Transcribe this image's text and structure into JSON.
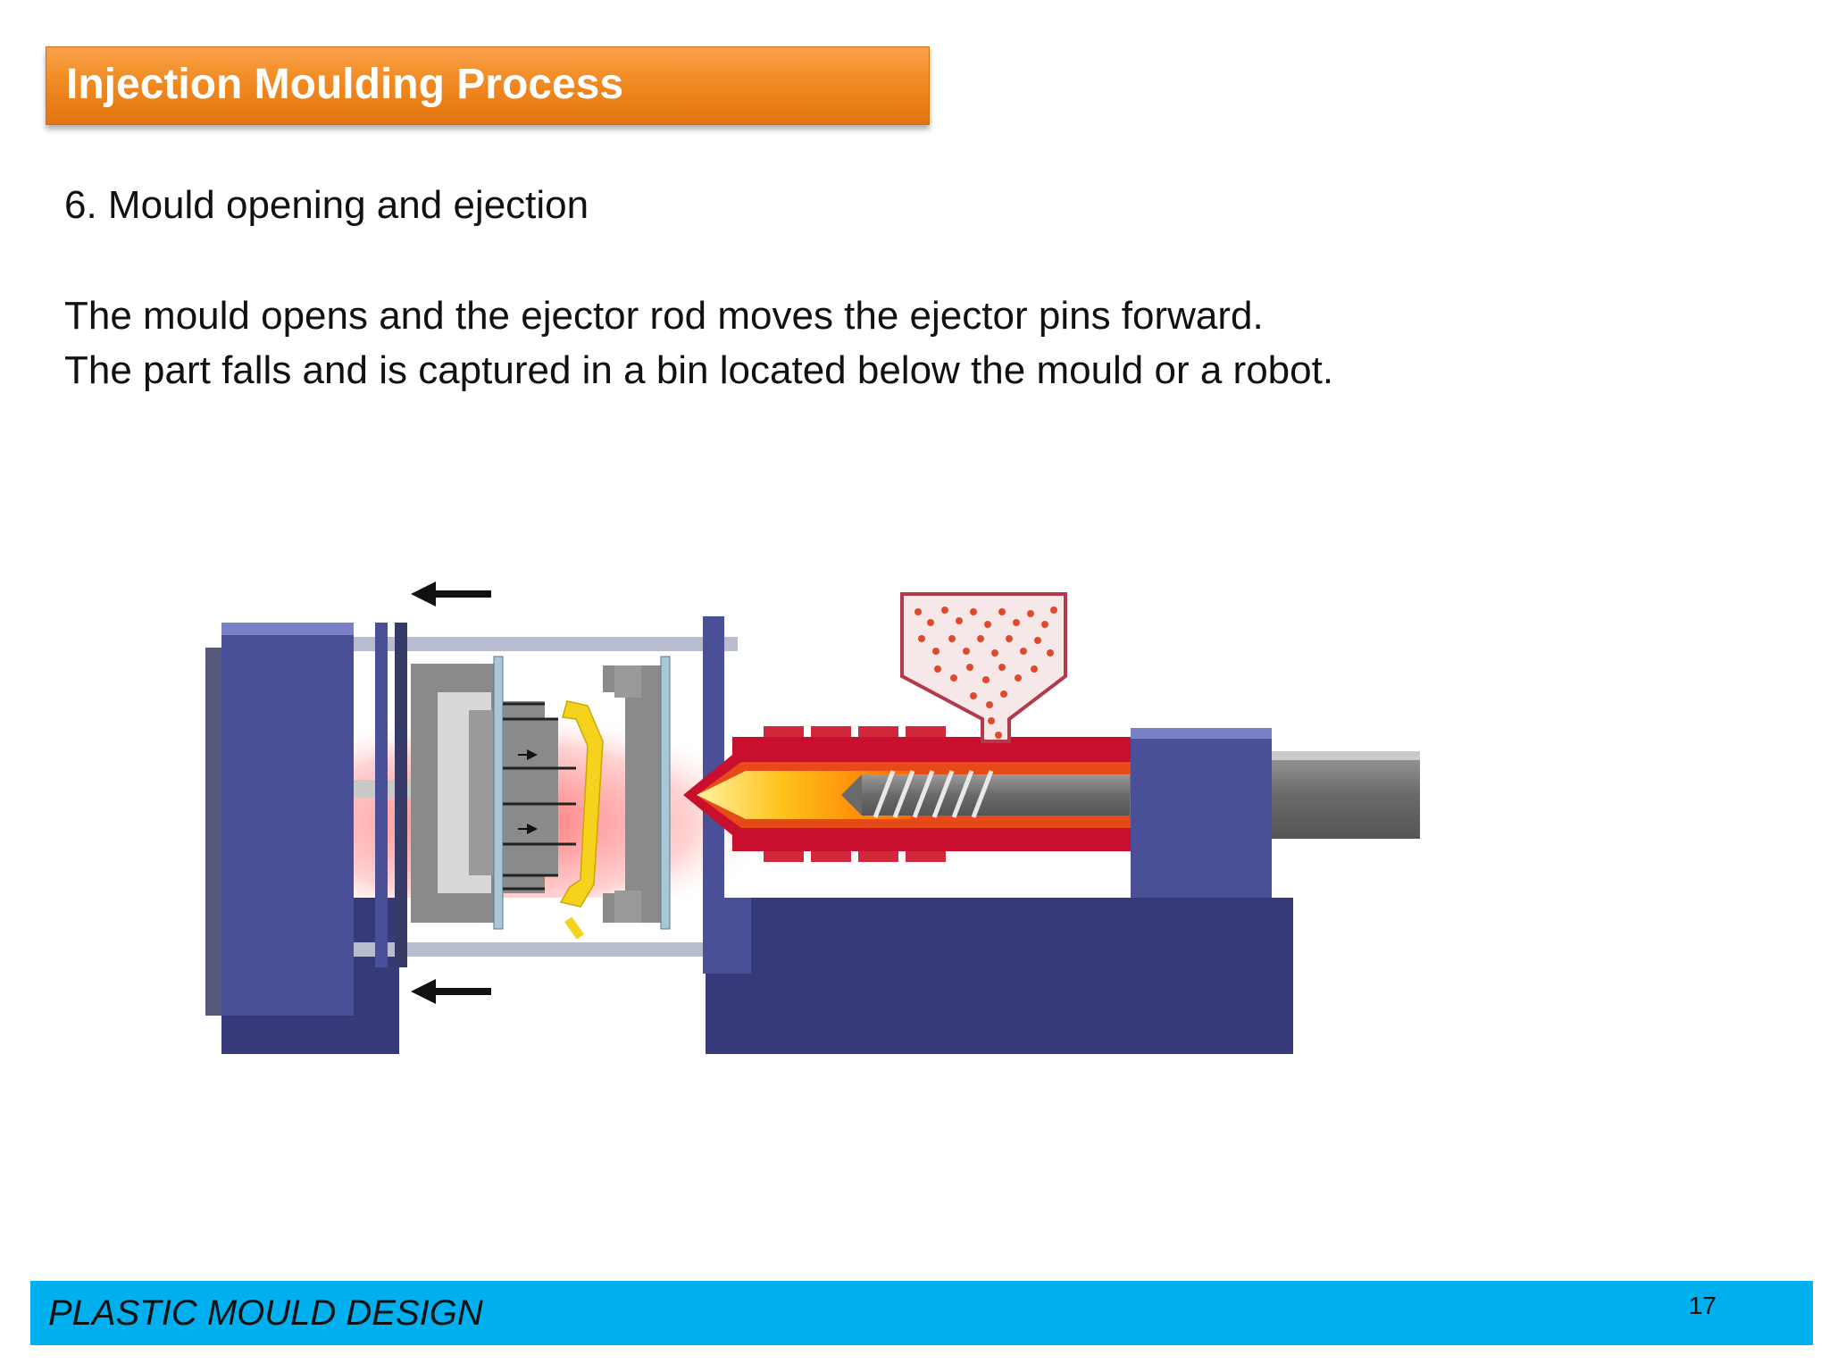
{
  "slide": {
    "title": "Injection Moulding Process",
    "step_heading": "6. Mould opening and ejection",
    "body_lines": [
      "The mould opens and the ejector rod moves the ejector pins forward.",
      "The part falls and is captured in a bin located below the mould or a robot."
    ]
  },
  "footer": {
    "label": "PLASTIC MOULD DESIGN",
    "page_number": "17"
  },
  "colors": {
    "title_bar": "#f18a22",
    "footer_bar": "#00b0ee",
    "machine_frame": "#4a5098",
    "machine_base": "#363a78",
    "barrel_red": "#c8102e",
    "ejected_part": "#f5d21e"
  }
}
